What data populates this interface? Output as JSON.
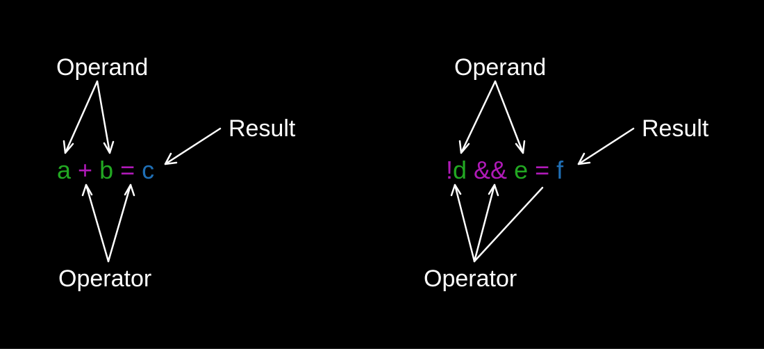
{
  "colors": {
    "background": "#000000",
    "label": "#ffffff",
    "operand": "#22a822",
    "operator": "#b01ab8",
    "result": "#1f6fb5"
  },
  "left": {
    "operand_label": "Operand",
    "operator_label": "Operator",
    "result_label": "Result",
    "expression": [
      {
        "text": "a",
        "role": "operand"
      },
      {
        "text": "+",
        "role": "operator"
      },
      {
        "text": "b",
        "role": "operand"
      },
      {
        "text": "=",
        "role": "operator"
      },
      {
        "text": "c",
        "role": "result"
      }
    ]
  },
  "right": {
    "operand_label": "Operand",
    "operator_label": "Operator",
    "result_label": "Result",
    "expression": [
      {
        "text": "!",
        "role": "operator"
      },
      {
        "text": "d",
        "role": "operand"
      },
      {
        "text": "&&",
        "role": "operator"
      },
      {
        "text": "e",
        "role": "operand"
      },
      {
        "text": "=",
        "role": "operator"
      },
      {
        "text": "f",
        "role": "result"
      }
    ]
  }
}
